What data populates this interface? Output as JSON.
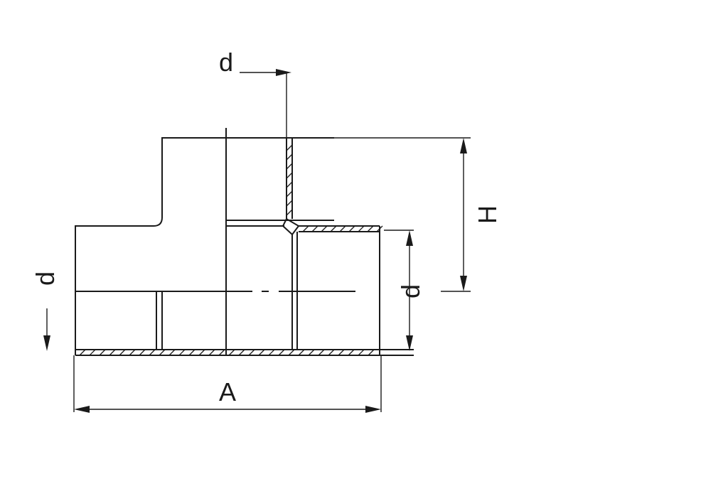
{
  "drawing": {
    "labels": {
      "d_top": "d",
      "d_left": "d",
      "d_right": "d",
      "height": "H",
      "length": "A"
    },
    "colors": {
      "line": "#1a1a1a",
      "background": "#ffffff"
    }
  }
}
